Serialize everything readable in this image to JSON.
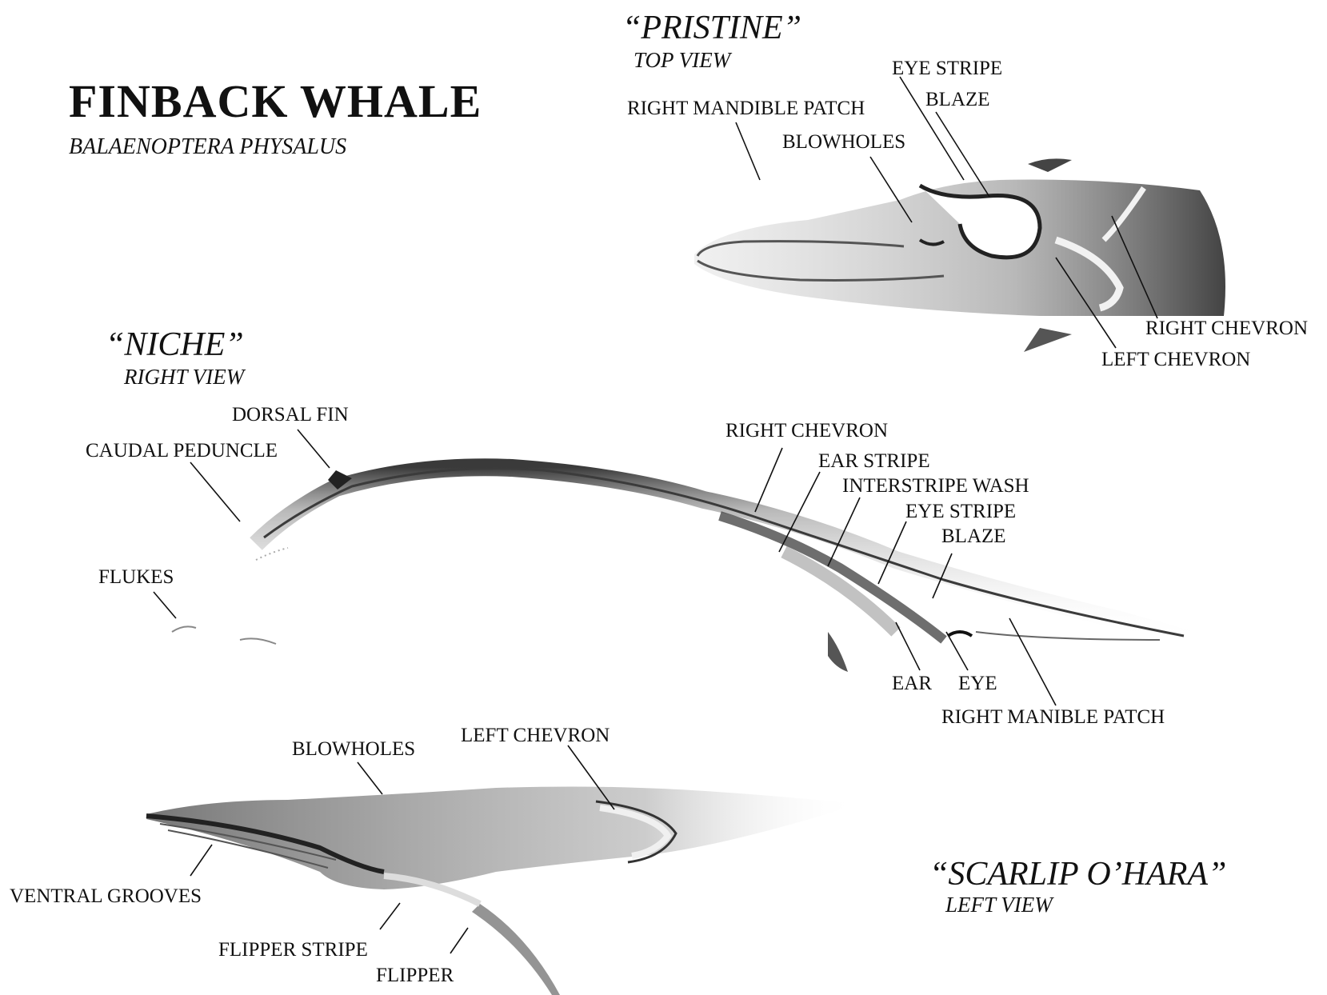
{
  "header": {
    "title": "FINBACK WHALE",
    "species": "BALAENOPTERA PHYSALUS"
  },
  "views": {
    "pristine": {
      "name": "“PRISTINE”",
      "direction": "TOP VIEW",
      "labels": {
        "eye_stripe": "EYE STRIPE",
        "blaze": "BLAZE",
        "right_mandible_patch": "RIGHT MANDIBLE PATCH",
        "blowholes": "BLOWHOLES",
        "right_chevron": "RIGHT CHEVRON",
        "left_chevron": "LEFT CHEVRON"
      }
    },
    "niche": {
      "name": "“NICHE”",
      "direction": "RIGHT VIEW",
      "labels": {
        "dorsal_fin": "DORSAL FIN",
        "caudal_peduncle": "CAUDAL PEDUNCLE",
        "flukes": "FLUKES",
        "right_chevron": "RIGHT CHEVRON",
        "ear_stripe": "EAR STRIPE",
        "interstripe_wash": "INTERSTRIPE WASH",
        "eye_stripe": "EYE STRIPE",
        "blaze": "BLAZE",
        "ear": "EAR",
        "eye": "EYE",
        "right_manible_patch": "RIGHT MANIBLE PATCH"
      }
    },
    "scarlip": {
      "name": "“SCARLIP O’HARA”",
      "direction": "LEFT VIEW",
      "labels": {
        "blowholes": "BLOWHOLES",
        "left_chevron": "LEFT CHEVRON",
        "ventral_grooves": "VENTRAL GROOVES",
        "flipper_stripe": "FLIPPER STRIPE",
        "flipper": "FLIPPER"
      }
    }
  }
}
